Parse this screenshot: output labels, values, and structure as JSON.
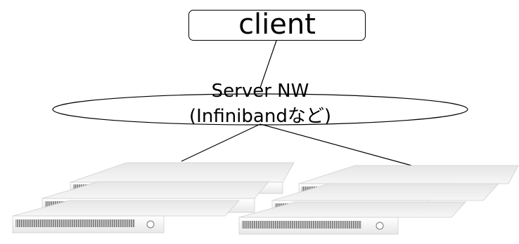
{
  "client": {
    "label": "client"
  },
  "network": {
    "line1": "Server NW",
    "line2": "(Infinibandなど)"
  },
  "server_groups": [
    {
      "name": "left",
      "server_count": 3
    },
    {
      "name": "right",
      "server_count": 3
    }
  ],
  "colors": {
    "line": "#000000",
    "server_top": "#eeeeee",
    "server_front": "#f4f4f4",
    "server_vent": "#8a8a8a"
  }
}
